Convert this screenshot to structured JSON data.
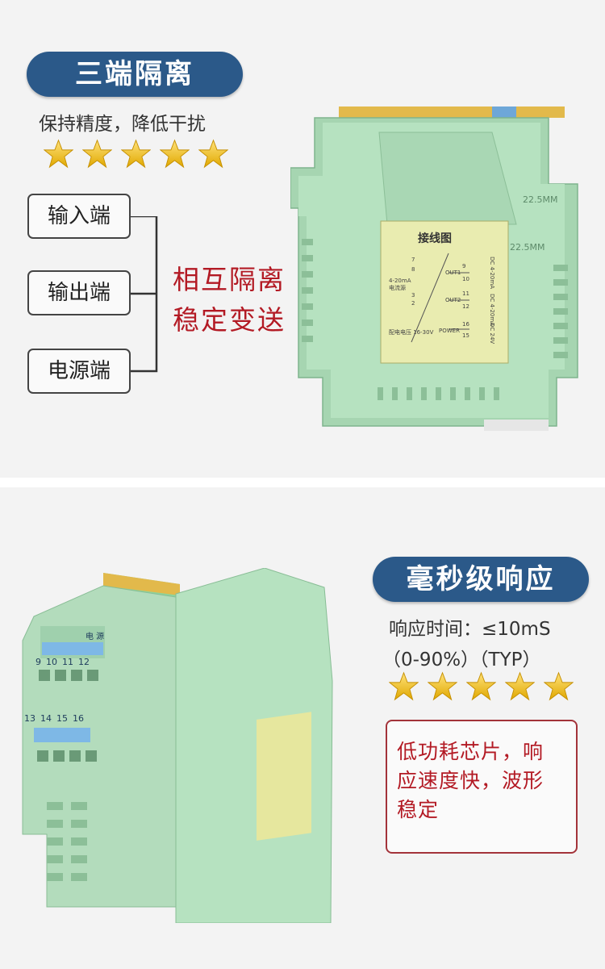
{
  "top": {
    "pill_title": "三端隔离",
    "subtitle": "保持精度，降低干扰",
    "star_count": 5,
    "terminals": [
      "输入端",
      "输出端",
      "电源端"
    ],
    "description_lines": [
      "相互隔离",
      "稳定变送"
    ],
    "device": {
      "width_label_1": "22.5MM",
      "width_label_2": "22.5MM",
      "diagram_title": "接线图",
      "in_signal": "4-20mA",
      "in_signal_sub": "电流源",
      "out1": "OUT1",
      "out2": "OUT2",
      "out_range_1": "DC 4-20mA",
      "out_range_2": "DC 4-20mA",
      "power": "POWER",
      "power_range": "DC 24V",
      "pins": [
        "7",
        "8",
        "3",
        "2",
        "9",
        "10",
        "11",
        "12",
        "16",
        "15"
      ],
      "aux_note": "配电电压 16-30V"
    }
  },
  "bottom": {
    "pill_title": "毫秒级响应",
    "response_line": "响应时间：≤10mS",
    "response_sub": "（0-90%）（TYP）",
    "star_count": 5,
    "feature_lines": [
      "低功耗芯片，响",
      "应速度快，波形",
      "稳定"
    ],
    "terminal_nums_top": [
      "9",
      "10",
      "11",
      "12"
    ],
    "terminal_nums_bottom": [
      "13",
      "14",
      "15",
      "16"
    ],
    "top_label": "电 源"
  },
  "colors": {
    "pill": "#2b5989",
    "red": "#b31a24",
    "device_green": "#b5e0bf",
    "star": "#f2c200"
  }
}
